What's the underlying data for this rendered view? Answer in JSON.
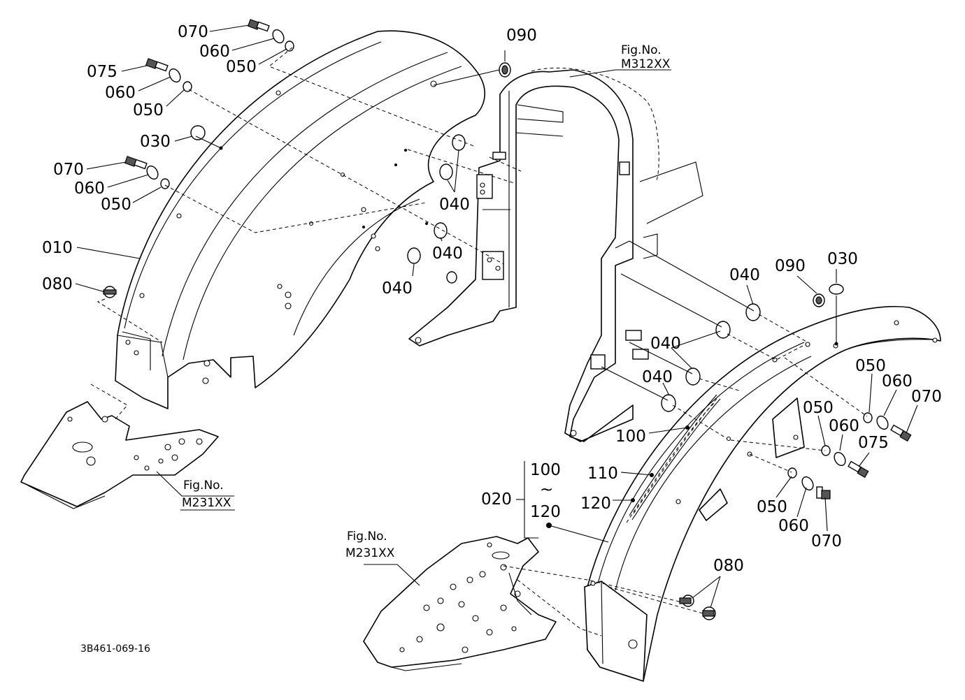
{
  "callouts": {
    "c070_a": "070",
    "c060_a": "060",
    "c050_a": "050",
    "c075_a": "075",
    "c060_b": "060",
    "c050_b": "050",
    "c030_a": "030",
    "c070_b": "070",
    "c060_c": "060",
    "c050_c": "050",
    "c010": "010",
    "c080_a": "080",
    "c090_a": "090",
    "c040_a": "040",
    "c040_b": "040",
    "c040_c": "040",
    "c040_d": "040",
    "c090_b": "090",
    "c030_b": "030",
    "c040_e": "040",
    "c040_f": "040",
    "c050_d": "050",
    "c060_d": "060",
    "c070_c": "070",
    "c050_e": "050",
    "c060_e": "060",
    "c075_b": "075",
    "c100": "100",
    "c100_range": "100",
    "c110": "110",
    "c020": "020",
    "c120": "120",
    "c120_range": "120",
    "c_tilde": "~",
    "c050_f": "050",
    "c060_f": "060",
    "c070_d": "070",
    "c080_b": "080"
  },
  "figure_refs": {
    "rops_label": "Fig.No.",
    "rops_code": "M312XX",
    "left_floor_label": "Fig.No.",
    "left_floor_code": "M231XX",
    "right_floor_label": "Fig.No.",
    "right_floor_code": "M231XX"
  },
  "drawing_code": "3B461-069-16"
}
